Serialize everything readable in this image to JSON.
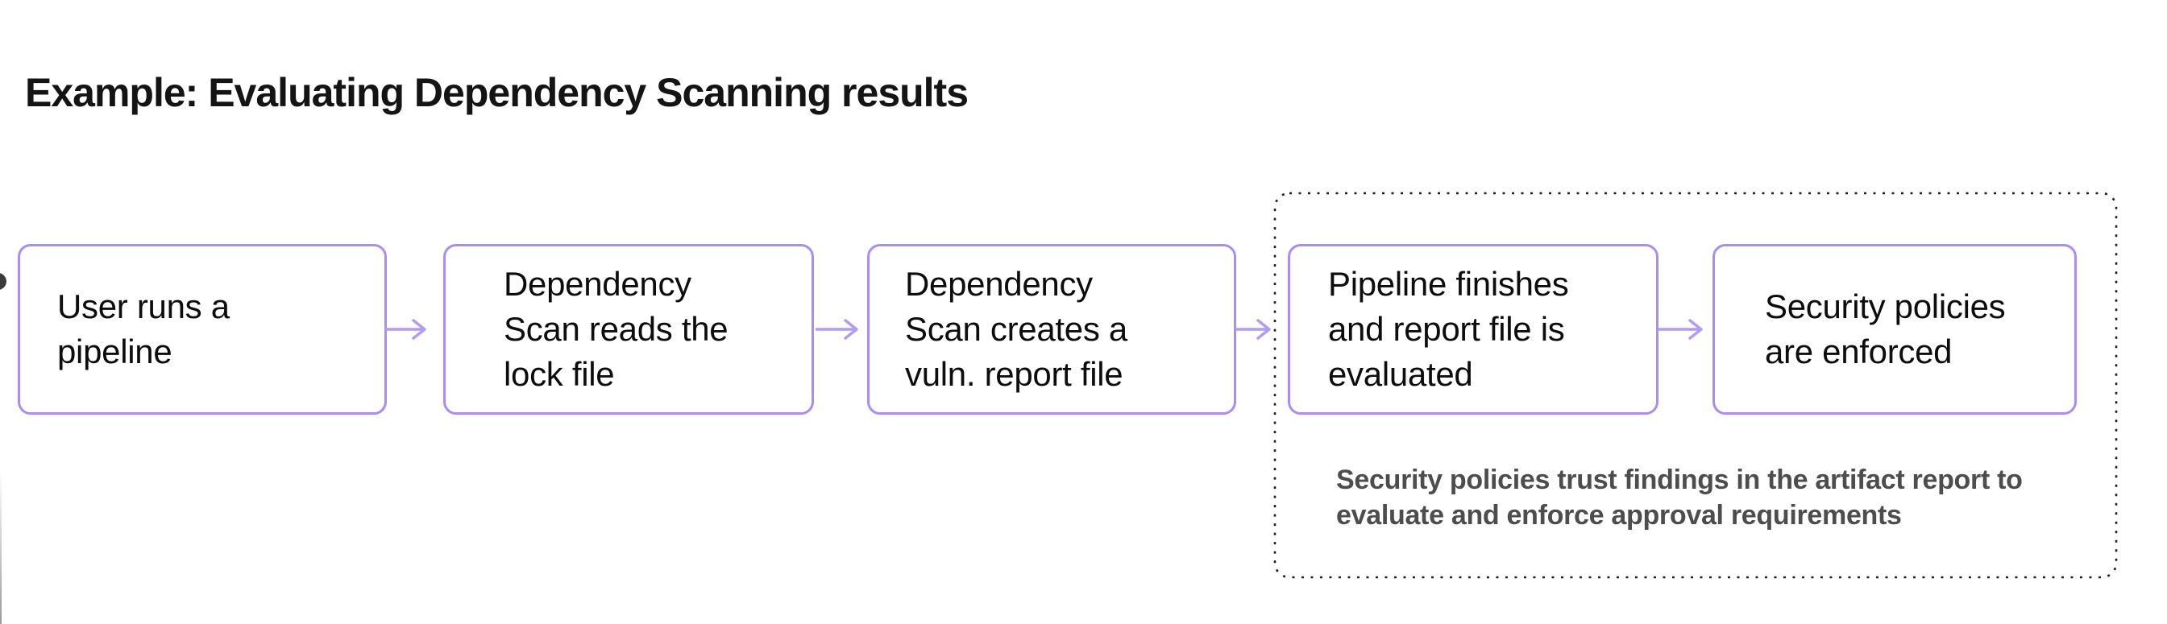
{
  "title": {
    "text": "Example: Evaluating Dependency Scanning results"
  },
  "flow": {
    "boxes": [
      {
        "id": "user-runs-pipeline",
        "label": "User runs a\npipeline"
      },
      {
        "id": "dependency-scan-reads-lock",
        "label": "Dependency\nScan reads the\nlock file"
      },
      {
        "id": "dependency-scan-creates-report",
        "label": "Dependency\nScan creates a\nvuln. report file"
      },
      {
        "id": "pipeline-finishes-evaluated",
        "label": "Pipeline finishes\nand report file is\nevaluated"
      },
      {
        "id": "security-policies-enforced",
        "label": "Security policies\nare enforced"
      }
    ],
    "arrows": 4,
    "note": "Security policies trust findings in the artifact report to\nevaluate and enforce approval requirements"
  },
  "colors": {
    "page_bg": "#ffffff",
    "title_text": "#141414",
    "box_border": "#a98df6",
    "box_text": "#0d0d0d",
    "arrow": "#b29bf7",
    "outline": "#1f1f1f",
    "note_text": "#4d4d4d",
    "artifact_circle": "#3a3a3a"
  }
}
